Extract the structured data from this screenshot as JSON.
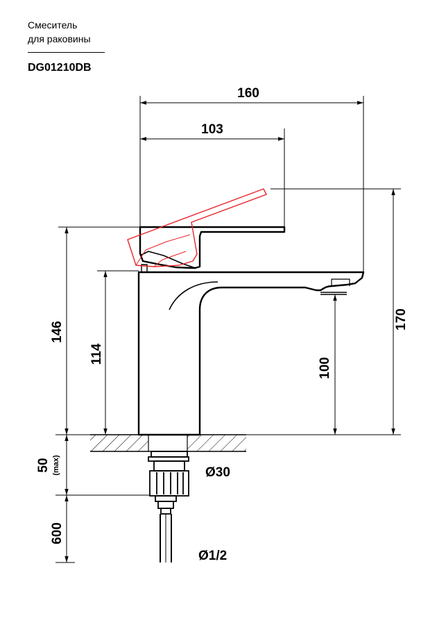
{
  "header": {
    "title_line1": "Смеситель",
    "title_line2": "для раковины",
    "model": "DG01210DB"
  },
  "dimensions": {
    "overall_width": "160",
    "lever_width": "103",
    "overall_height": "170",
    "body_height_with_lever": "146",
    "body_height": "114",
    "spout_height": "100",
    "max_counter_thickness": "50",
    "max_label": "(max)",
    "hose_length": "600",
    "mount_diameter": "Ø30",
    "connection_size": "Ø1/2"
  },
  "colors": {
    "line": "#000000",
    "highlight": "#e8232a"
  }
}
